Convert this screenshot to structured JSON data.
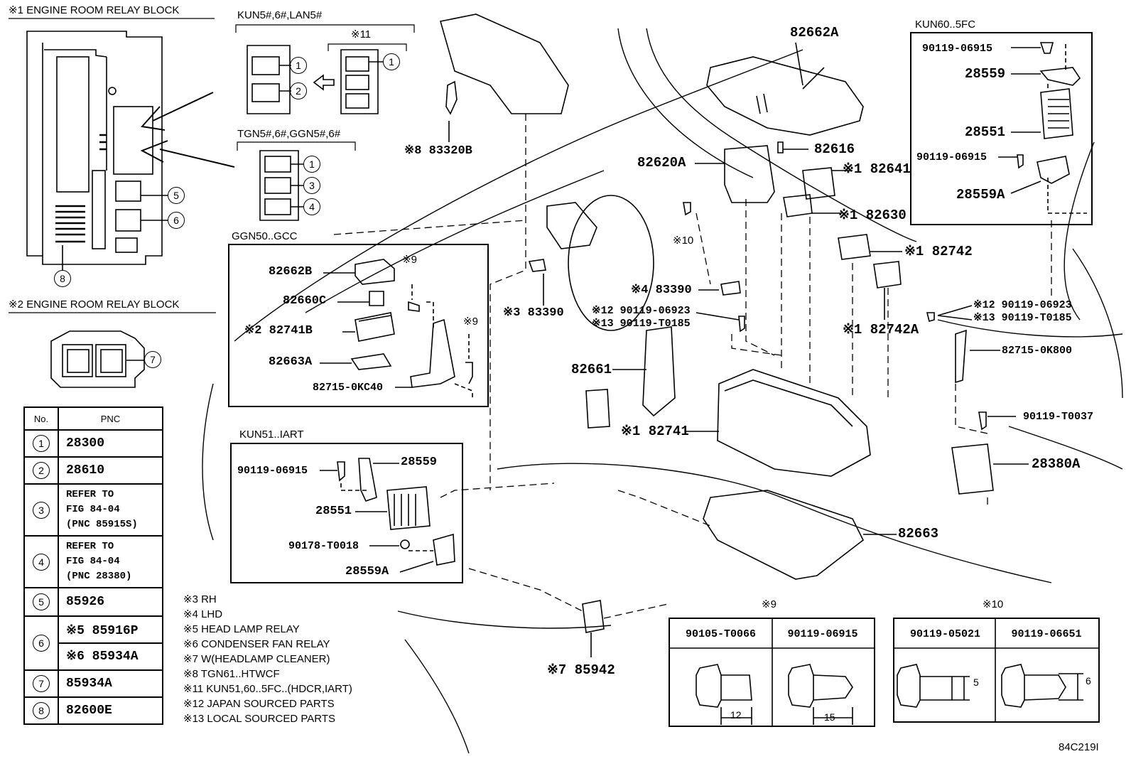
{
  "figure_id": "84C219I",
  "relay_block_1": {
    "title": "※1 ENGINE ROOM RELAY BLOCK",
    "callouts": [
      "5",
      "6",
      "8"
    ]
  },
  "relay_block_2": {
    "title": "※2 ENGINE ROOM RELAY BLOCK",
    "callouts": [
      "7"
    ]
  },
  "variant_kun": {
    "title": "KUN5#,6#,LAN5#",
    "sub_title": "※11",
    "callouts_left": [
      "1",
      "2"
    ],
    "callouts_right": [
      "1"
    ]
  },
  "variant_tgn": {
    "title": "TGN5#,6#,GGN5#,6#",
    "callouts": [
      "1",
      "3",
      "4"
    ]
  },
  "box_ggn50": {
    "title": "GGN50..GCC",
    "labels": [
      "82662B",
      "82660C",
      "※2 82741B",
      "82663A",
      "82715-0KC40",
      "※9",
      "※9"
    ]
  },
  "box_kun51": {
    "title": "KUN51..IART",
    "labels": [
      "90119-06915",
      "28559",
      "28551",
      "90178-T0018",
      "28559A"
    ]
  },
  "box_kun60": {
    "title": "KUN60..5FC",
    "labels": [
      "90119-06915",
      "28559",
      "28551",
      "90119-06915",
      "28559A"
    ]
  },
  "main_labels": [
    "82662A",
    "※8 83320B",
    "82616",
    "82620A",
    "※1 82641",
    "※1 82630",
    "※10",
    "※1 82742",
    "※3 83390",
    "※4 83390",
    "※12 90119-06923",
    "※13 90119-T0185",
    "※1 82742A",
    "※12 90119-06923",
    "※13 90119-T0185",
    "82715-0K800",
    "82661",
    "※1 82741",
    "90119-T0037",
    "28380A",
    "82663",
    "※7 85942"
  ],
  "pnc_table": {
    "headers": [
      "No.",
      "PNC"
    ],
    "rows": [
      {
        "no": "1",
        "pnc": [
          "28300"
        ]
      },
      {
        "no": "2",
        "pnc": [
          "28610"
        ]
      },
      {
        "no": "3",
        "pnc": [
          "REFER TO",
          "FIG 84-04",
          "(PNC 85915S)"
        ]
      },
      {
        "no": "4",
        "pnc": [
          "REFER TO",
          "FIG 84-04",
          "(PNC 28380)"
        ]
      },
      {
        "no": "5",
        "pnc": [
          "85926"
        ]
      },
      {
        "no": "6",
        "pnc": [
          "※5 85916P",
          "※6 85934A"
        ]
      },
      {
        "no": "7",
        "pnc": [
          "85934A"
        ]
      },
      {
        "no": "8",
        "pnc": [
          "82600E"
        ]
      }
    ]
  },
  "notes": [
    "※3 RH",
    "※4 LHD",
    "※5 HEAD LAMP RELAY",
    "※6 CONDENSER FAN RELAY",
    "※7 W(HEADLAMP CLEANER)",
    "※8 TGN61..HTWCF",
    "※11  KUN51,60..5FC..(HDCR,IART)",
    "※12 JAPAN SOURCED PARTS",
    "※13 LOCAL SOURCED PARTS"
  ],
  "fastener_9": {
    "title": "※9",
    "cols": [
      "90105-T0066",
      "90119-06915"
    ],
    "dims": [
      "12",
      "15"
    ]
  },
  "fastener_10": {
    "title": "※10",
    "cols": [
      "90119-05021",
      "90119-06651"
    ],
    "dims": [
      "5",
      "6"
    ]
  }
}
